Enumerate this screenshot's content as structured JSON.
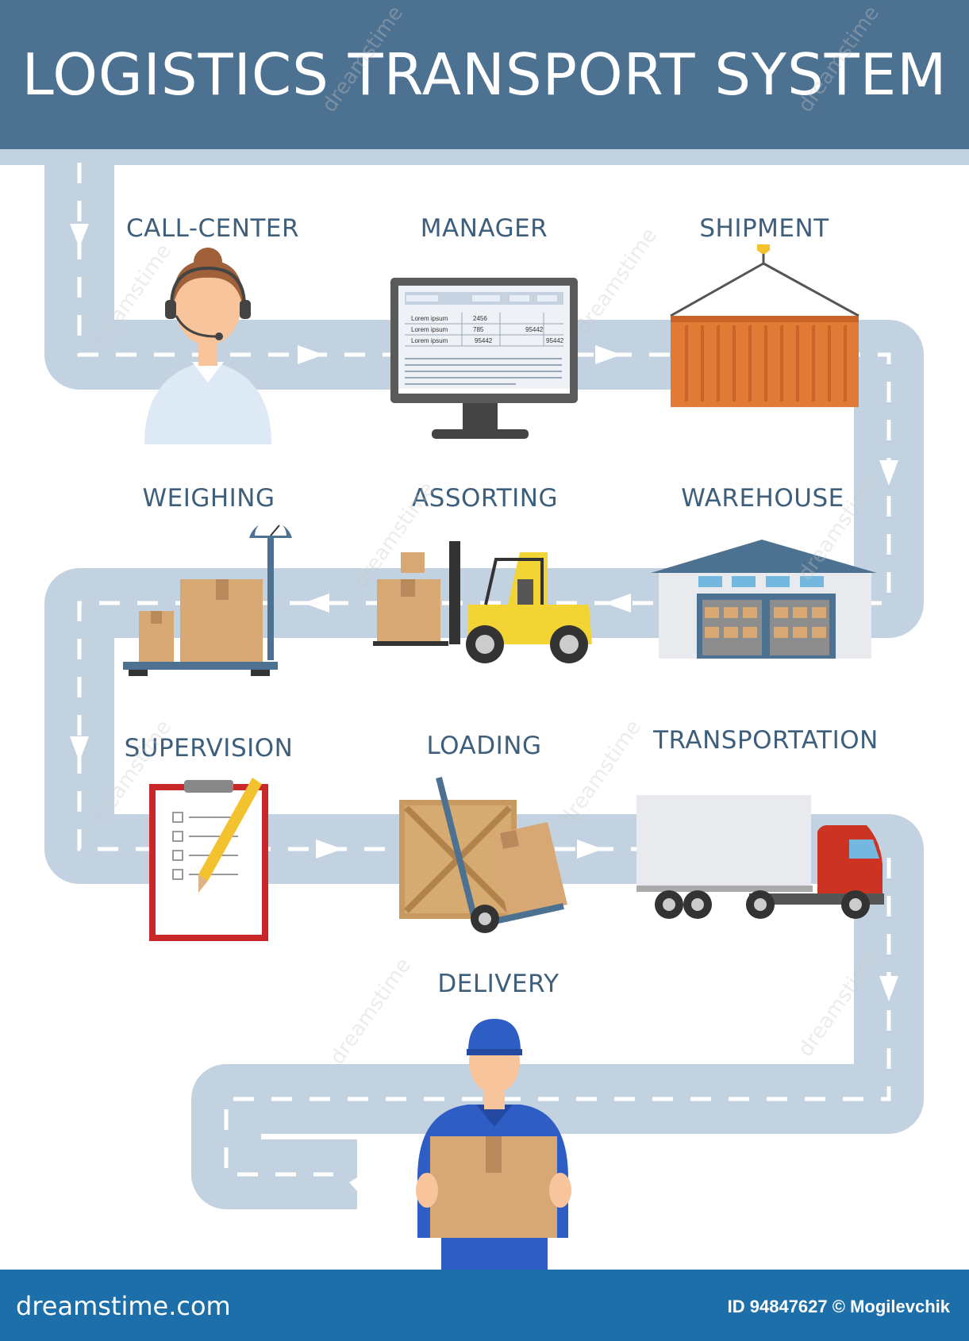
{
  "title": "LOGISTICS TRANSPORT SYSTEM",
  "steps": [
    {
      "label": "CALL-CENTER"
    },
    {
      "label": "MANAGER"
    },
    {
      "label": "SHIPMENT"
    },
    {
      "label": "WEIGHING"
    },
    {
      "label": "ASSORTING"
    },
    {
      "label": "WAREHOUSE"
    },
    {
      "label": "SUPERVISION"
    },
    {
      "label": "LOADING"
    },
    {
      "label": "TRANSPORTATION"
    },
    {
      "label": "DELIVERY"
    }
  ],
  "monitor_table": {
    "rows": [
      {
        "name": "Lorem ipsum",
        "a": "2456",
        "b": ""
      },
      {
        "name": "Lorem ipsum",
        "a": "785",
        "b": "95442"
      },
      {
        "name": "Lorem ipsum",
        "a": "95442",
        "b": "95442"
      }
    ]
  },
  "footer": {
    "brand": "dreamstime.com",
    "id_text": "ID 94847627 © Mogilevchik"
  },
  "watermark": "dreamstime",
  "colors": {
    "header": "#4d7190",
    "road": "#c3d2e0",
    "footer": "#1c6fa8",
    "label": "#3e5f7c",
    "container": "#e07a35",
    "box": "#d8a874",
    "forklift": "#f2d534",
    "truck_cab": "#cc3322",
    "clipboard": "#c82828"
  }
}
